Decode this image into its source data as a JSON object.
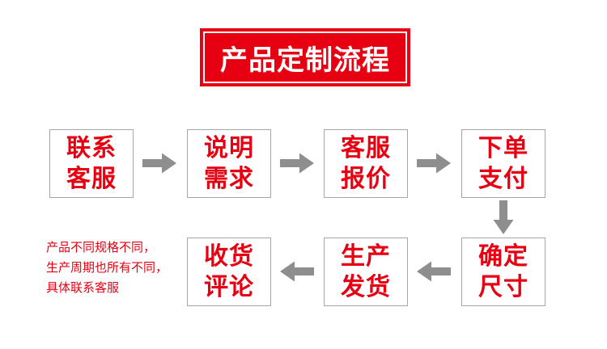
{
  "banner": {
    "title": "产品定制流程"
  },
  "steps": [
    {
      "line1": "联系",
      "line2": "客服"
    },
    {
      "line1": "说明",
      "line2": "需求"
    },
    {
      "line1": "客服",
      "line2": "报价"
    },
    {
      "line1": "下单",
      "line2": "支付"
    },
    {
      "line1": "确定",
      "line2": "尺寸"
    },
    {
      "line1": "生产",
      "line2": "发货"
    },
    {
      "line1": "收货",
      "line2": "评论"
    }
  ],
  "note": {
    "line1": "产品不同规格不同，",
    "line2": "生产周期也所有不同，",
    "line3": "具体联系客服"
  },
  "colors": {
    "banner_bg": "#e60012",
    "banner_text": "#ffffff",
    "step_text": "#e60012",
    "arrow": "#8e8e8e",
    "box_border": "#a6a6a6",
    "note_text": "#e60012",
    "page_bg": "#ffffff"
  }
}
